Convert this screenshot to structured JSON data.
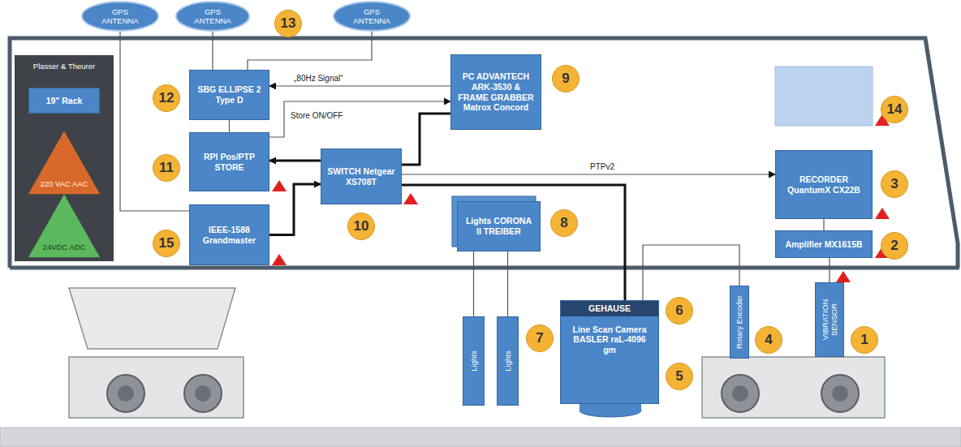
{
  "diagram": {
    "nodes": [
      {
        "text": [
          "GPS ANTENNA"
        ]
      },
      {
        "text": [
          "GPS ANTENNA"
        ]
      },
      {
        "text": [
          "GPS ANTENNA"
        ]
      },
      {
        "text": [
          "Plasser & Theurer"
        ]
      },
      {
        "text": [
          "19\" Rack"
        ],
        "in": 3
      },
      {
        "text": [
          "220 VAC AAC"
        ],
        "in": 3
      },
      {
        "text": [
          "24VDC ADC"
        ],
        "in": 3
      },
      {
        "text": [
          "SBG ELLIPSE 2 Type D"
        ]
      },
      {
        "text": [
          "PC ADVANTECH ARK-3530 & FRAME GRABBER Matrox Concord"
        ]
      },
      {
        "text": [
          "RPI Pos/PTP STORE"
        ]
      },
      {
        "text": [
          "SWITCH Netgear XS708T"
        ]
      },
      {
        "text": [
          "IEEE-1588 Grandmaster"
        ]
      },
      {
        "text": [
          "Lights CORONA II TREIBER"
        ]
      },
      {
        "text": [
          "RECORDER QuantumX CX22B"
        ]
      },
      {
        "text": [
          "Amplifier MX1615B"
        ]
      },
      {
        "text": [
          "Lights"
        ]
      },
      {
        "text": [
          "Lights"
        ]
      },
      {
        "text": [
          "GEHAUSE",
          "Line Scan Camera BASLER raL-4096 gm"
        ]
      },
      {
        "text": [
          "Rotary Encoder"
        ]
      },
      {
        "text": [
          "VIBRATION SENSOR"
        ]
      }
    ],
    "edges": [
      {
        "from": 0,
        "to": 11,
        "arrow": "none"
      },
      {
        "from": 1,
        "to": 7,
        "arrow": "none"
      },
      {
        "from": 2,
        "to": 7,
        "arrow": "none"
      },
      {
        "from": 8,
        "to": 7,
        "label": "„80Hz Signal“",
        "arrow": "to"
      },
      {
        "from": 10,
        "to": 9,
        "arrow": "to"
      },
      {
        "from": 11,
        "to": 10,
        "arrow": "to"
      },
      {
        "from": 10,
        "to": 8,
        "arrow": "none"
      },
      {
        "from": 10,
        "to": 13,
        "label": "PTPv2",
        "arrow": "to"
      },
      {
        "from": 10,
        "to": 17,
        "arrow": "none"
      },
      {
        "from": 9,
        "to": 8,
        "label": "Store ON/OFF",
        "arrow": "to"
      },
      {
        "from": 7,
        "to": 9,
        "arrow": "none"
      },
      {
        "from": 12,
        "to": 15,
        "arrow": "none"
      },
      {
        "from": 12,
        "to": 16,
        "arrow": "none"
      },
      {
        "from": 18,
        "to": 17,
        "arrow": "none"
      },
      {
        "from": 13,
        "to": 14,
        "arrow": "none"
      },
      {
        "from": 14,
        "to": 19,
        "arrow": "none"
      }
    ],
    "labels": [
      "13",
      "12",
      "9",
      "11",
      "10",
      "15",
      "8",
      "7",
      "6",
      "5",
      "4",
      "1",
      "2",
      "3",
      "14"
    ]
  }
}
